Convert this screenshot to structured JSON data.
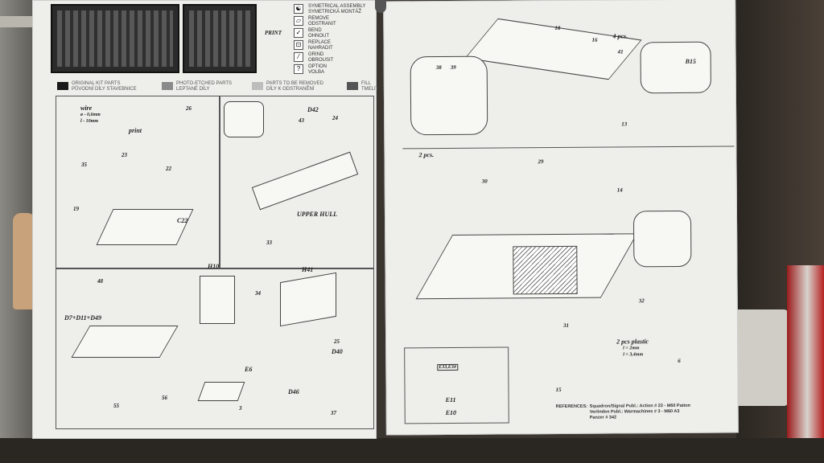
{
  "legend": {
    "print_label": "PRINT",
    "symbols": [
      {
        "icon": "symmetry-icon",
        "glyph": "☯",
        "label": "SYMETRICAL ASSEMBLY",
        "sub": "SYMETRICKÁ MONTÁŽ"
      },
      {
        "icon": "remove-icon",
        "glyph": "▱",
        "label": "REMOVE",
        "sub": "ODSTRANIT"
      },
      {
        "icon": "bend-icon",
        "glyph": "✓",
        "label": "BEND",
        "sub": "OHNOUT"
      },
      {
        "icon": "replace-icon",
        "glyph": "⊡",
        "label": "REPLACE",
        "sub": "NAHRADIT"
      },
      {
        "icon": "grind-icon",
        "glyph": "⁄",
        "label": "GRIND",
        "sub": "OBROUSIT"
      },
      {
        "icon": "option-icon",
        "glyph": "?",
        "label": "OPTION",
        "sub": "VOLBA"
      }
    ],
    "parts": [
      {
        "label": "ORIGINAL KIT PARTS",
        "sub": "PŮVODNÍ DÍLY STAVEBNICE",
        "color": "#1a1a1a"
      },
      {
        "label": "PHOTO-ETCHED PARTS",
        "sub": "LEPTANÉ DÍLY",
        "color": "#8a8a8a"
      },
      {
        "label": "PARTS TO BE REMOVED",
        "sub": "DÍLY K ODSTRANĚNÍ",
        "color": "#bdbdbd"
      },
      {
        "label": "FILL",
        "sub": "TMELIT",
        "color": "#555555"
      }
    ]
  },
  "left_page": {
    "wire": "wire",
    "wire_d": "ø - 0,6mm",
    "wire_l": "l - 10mm",
    "print": "print",
    "c22": "C22",
    "d42": "D42",
    "upper_hull": "UPPER HULL",
    "h10": "H10",
    "h41": "H41",
    "d7": "D7+D11+D49",
    "d40": "D40",
    "d46": "D46",
    "e6": "E6",
    "nums": [
      "26",
      "35",
      "23",
      "22",
      "19",
      "43",
      "24",
      "33",
      "48",
      "34",
      "25",
      "55",
      "56",
      "3",
      "37"
    ]
  },
  "right_page": {
    "b15": "B15",
    "four_pcs": "4 pcs.",
    "two_pcs": "2 pcs.",
    "plastic": "2 pcs  plastic",
    "plastic_l1": "l = 2mm",
    "plastic_l2": "l = 3,4mm",
    "e11": "E11",
    "e10": "E10",
    "e33": "E33,E34",
    "nums": [
      "38",
      "39",
      "18",
      "16",
      "41",
      "13",
      "29",
      "30",
      "31",
      "14",
      "32",
      "15",
      "6"
    ],
    "references_label": "REFERENCES:",
    "references": [
      "Squadron/Signal Publ.: Action # 23 - M60 Patton",
      "Verlinden Publ.: Warmachines # 3 - M60 A3",
      "Panzer # 342"
    ]
  }
}
